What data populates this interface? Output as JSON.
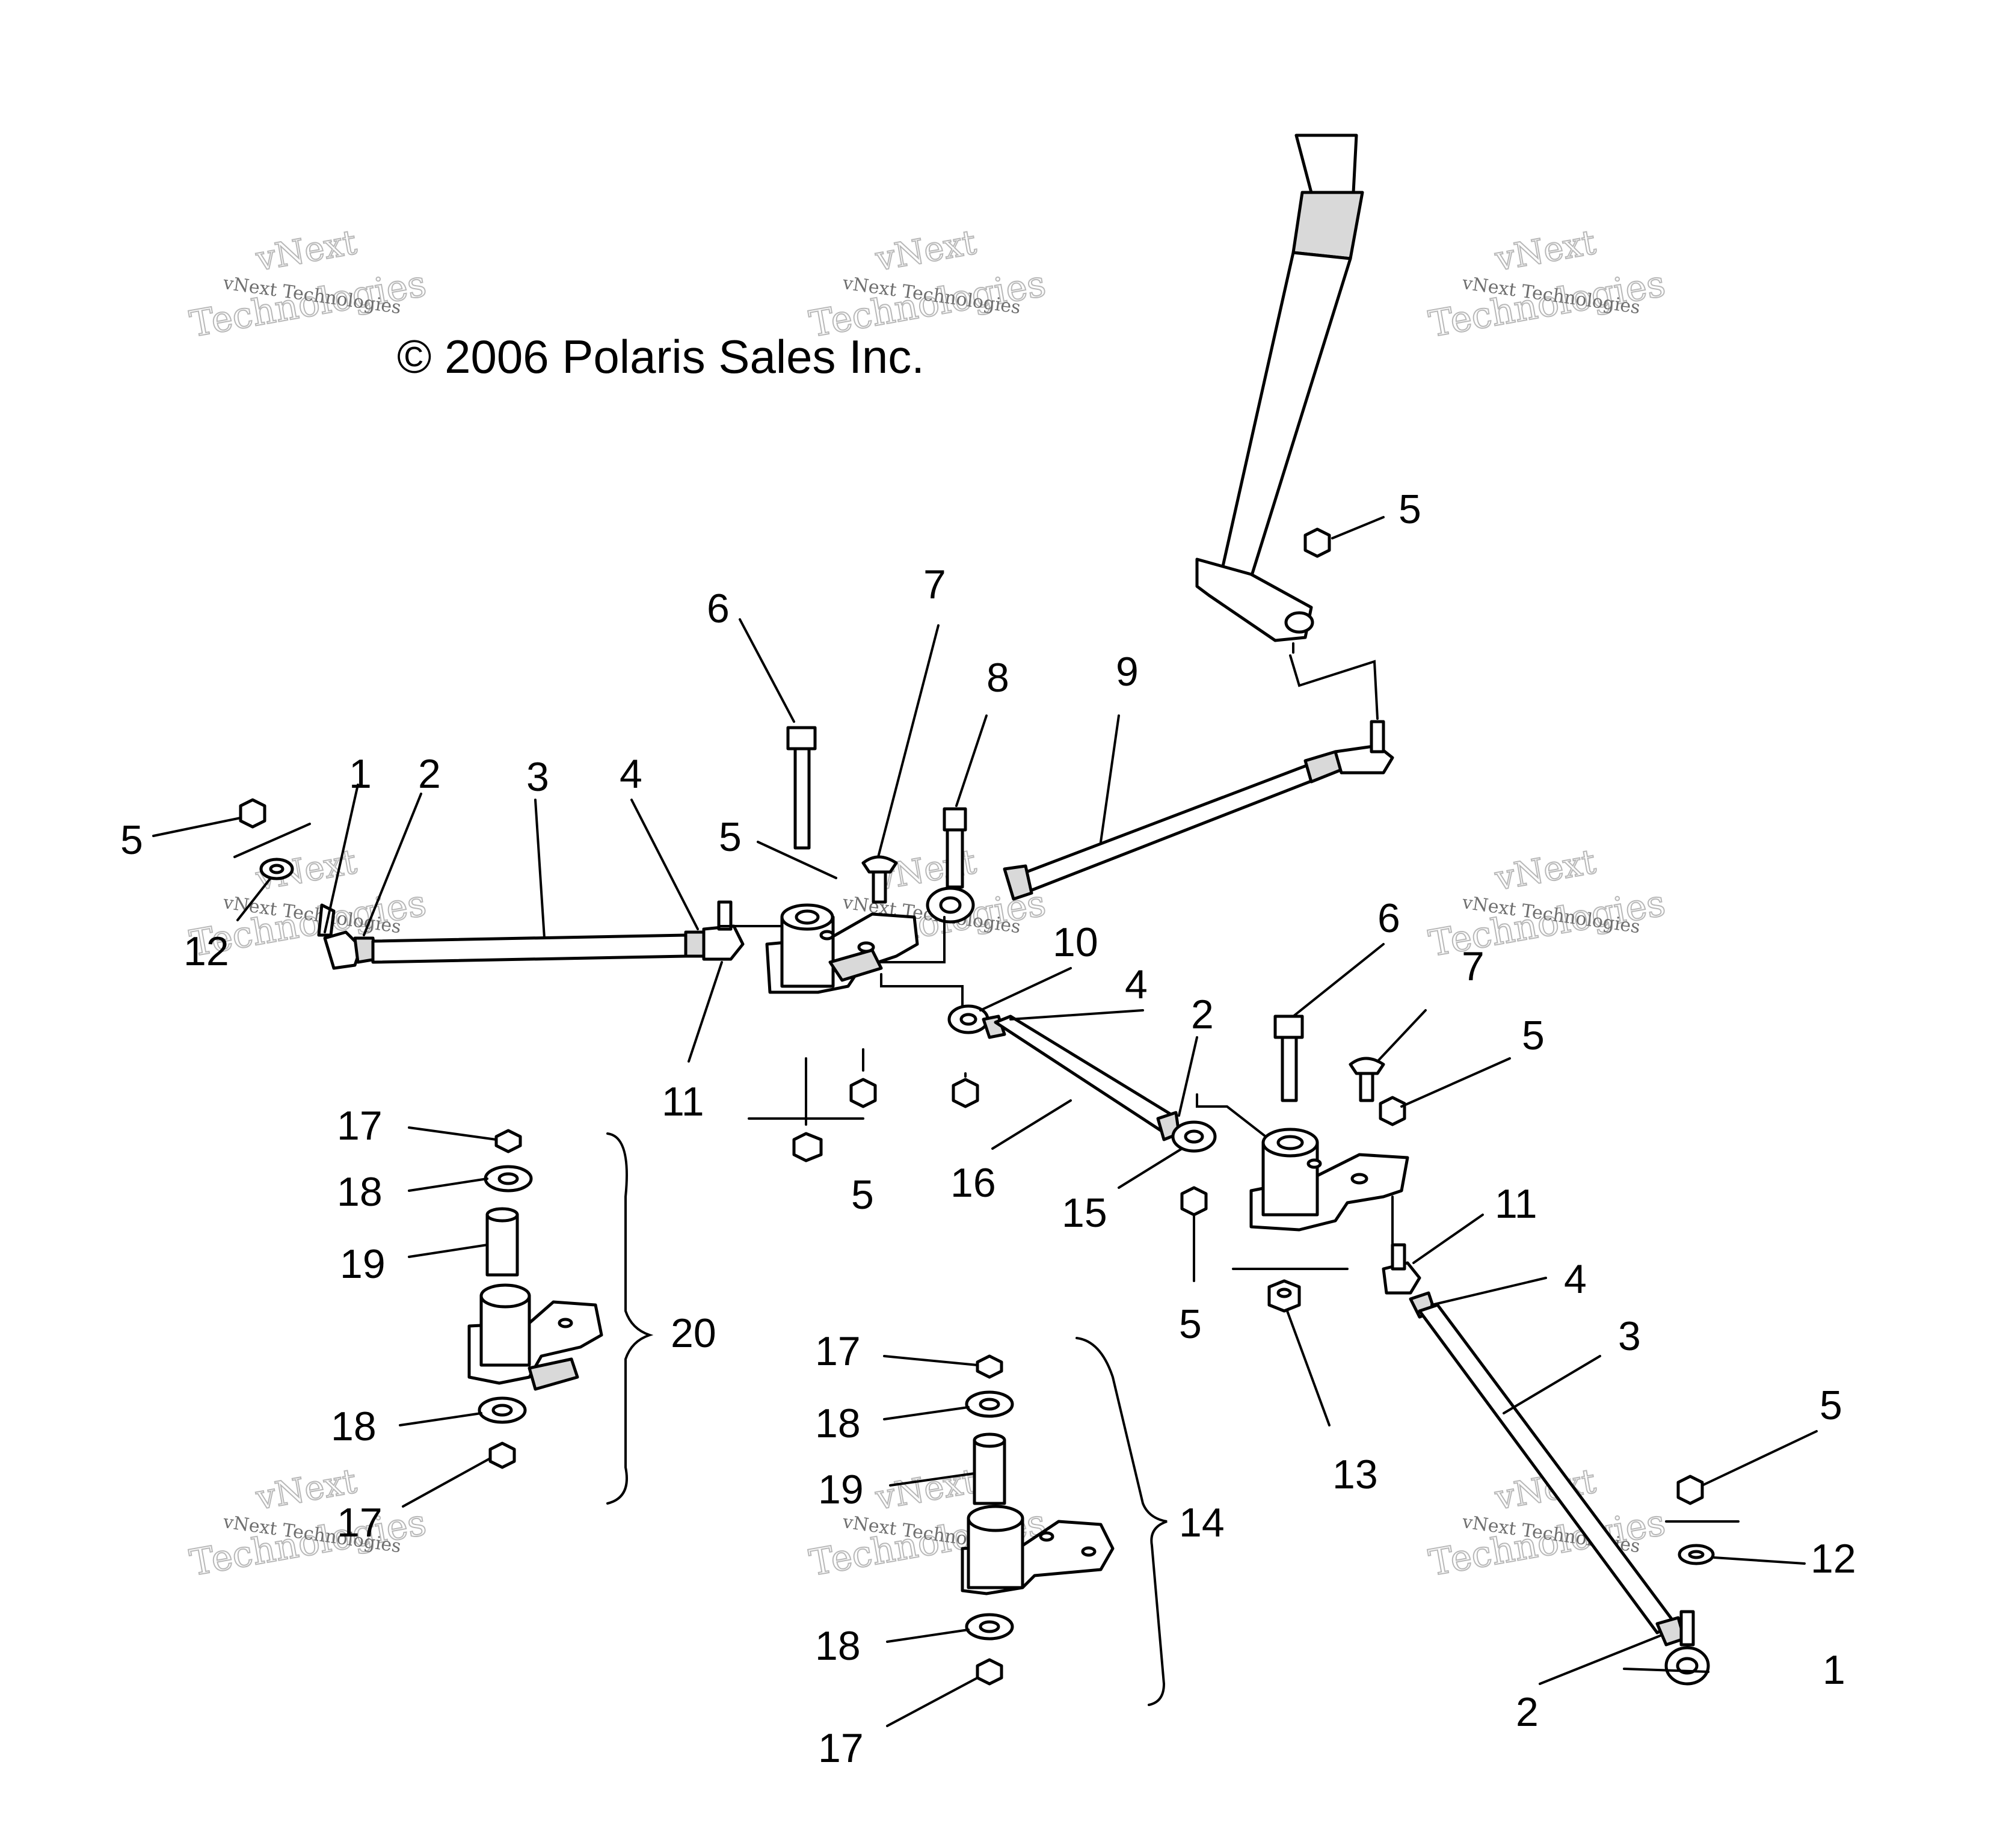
{
  "copyright": "© 2006 Polaris Sales Inc.",
  "watermark": {
    "line1": "vNext",
    "line2": "Technologies",
    "small": "vNext Technologies"
  },
  "callouts": {
    "c1a": "1",
    "c2a": "2",
    "c3a": "3",
    "c4a": "4",
    "c5a": "5",
    "c12a": "12",
    "c6a": "6",
    "c7a": "7",
    "c8a": "8",
    "c9": "9",
    "c5b": "5",
    "c5c": "5",
    "c10": "10",
    "c4b": "4",
    "c11a": "11",
    "c5d": "5",
    "c16": "16",
    "c2b": "2",
    "c15": "15",
    "c6b": "6",
    "c7b": "7",
    "c5e": "5",
    "c11b": "11",
    "c4c": "4",
    "c5f": "5",
    "c13": "13",
    "c3b": "3",
    "c5g": "5",
    "c12b": "12",
    "c1b": "1",
    "c2c": "2",
    "c17a": "17",
    "c18a": "18",
    "c19a": "19",
    "c20": "20",
    "c18b": "18",
    "c17b": "17",
    "c17c": "17",
    "c18c": "18",
    "c19b": "19",
    "c14": "14",
    "c18d": "18",
    "c17d": "17"
  }
}
